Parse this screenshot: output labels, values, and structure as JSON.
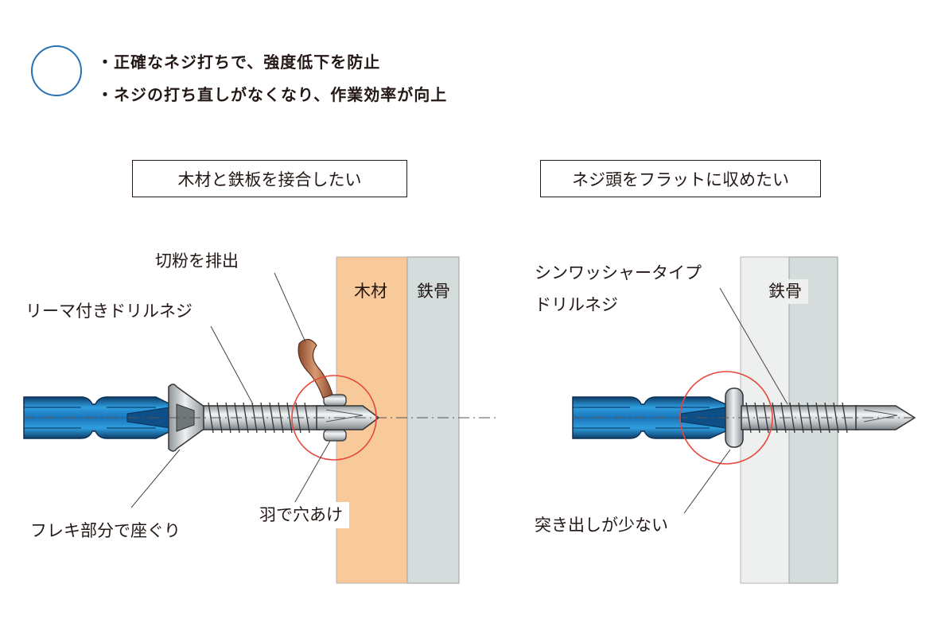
{
  "header": {
    "marker_icon": "circle-outline-icon",
    "marker_color": "#2a71b4",
    "bullets": [
      "・正確なネジ打ちで、強度低下を防止",
      "・ネジの打ち直しがなくなり、作業効率が向上"
    ]
  },
  "left_panel": {
    "title": "木材と鉄板を接合したい",
    "labels": {
      "chip": "切粉を排出",
      "screw": "リーマ付きドリルネジ",
      "head": "フレキ部分で座ぐり",
      "wing": "羽で穴あけ",
      "wood": "木材",
      "steel": "鉄骨"
    }
  },
  "right_panel": {
    "title": "ネジ頭をフラットに収めたい",
    "labels": {
      "screw_line1": "シンワッシャータイプ",
      "screw_line2": "ドリルネジ",
      "protrusion": "突き出しが少ない",
      "steel": "鉄骨"
    }
  },
  "colors": {
    "wood": "#f7c99b",
    "steel": "#d5dcdc",
    "steel_light": "#eeefef",
    "bit_blue": "#1f7fc0",
    "highlight_red": "#e6473a",
    "chip_copper": "#b06a45"
  }
}
